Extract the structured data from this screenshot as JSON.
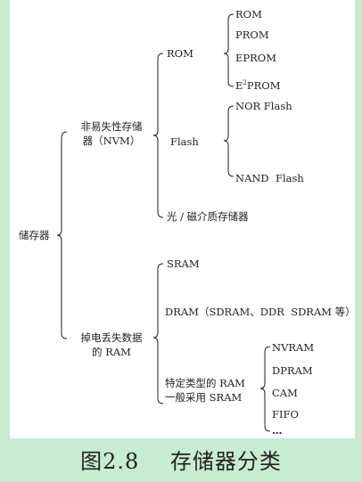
{
  "diagram": {
    "root": "储存器",
    "nvm": {
      "line1": "非易失性存储",
      "line2": "器（NVM）"
    },
    "rom": "ROM",
    "rom_children": [
      "ROM",
      "PROM",
      "EPROM"
    ],
    "e2prom": {
      "prefix": "E",
      "sup": "2",
      "rest": "PROM"
    },
    "flash": "Flash",
    "flash_children": [
      "NOR Flash",
      "NAND  Flash"
    ],
    "optical": "光 / 磁介质存储器",
    "volatile": {
      "line1": "掉电丢失数据",
      "line2": "的 RAM"
    },
    "sram": "SRAM",
    "dram": "DRAM（SDRAM、DDR  SDRAM 等）",
    "special": {
      "line1": "特定类型的 RAM",
      "line2": "一般采用 SRAM"
    },
    "special_children": [
      "NVRAM",
      "DPRAM",
      "CAM",
      "FIFO",
      "…"
    ]
  },
  "caption": "图2.8    存储器分类",
  "colors": {
    "background": "#c8ecd0",
    "panel": "#ffffff",
    "ink": "#222222"
  }
}
